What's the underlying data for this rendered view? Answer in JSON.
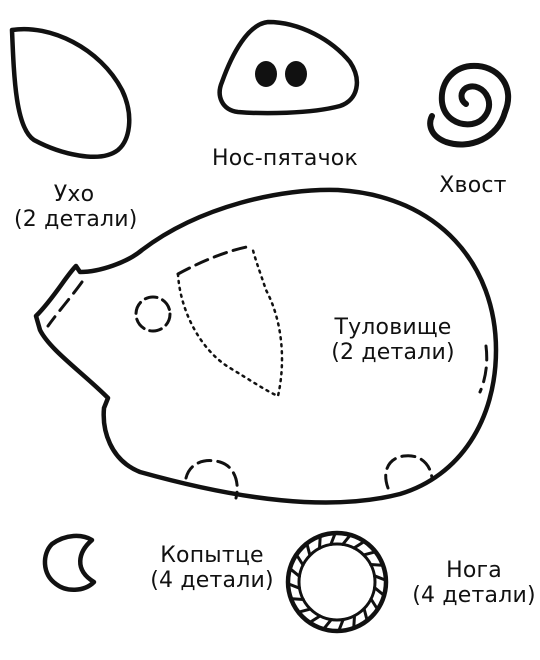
{
  "stroke_color": "#111111",
  "background_color": "#ffffff",
  "pieces": {
    "ear": {
      "name": "Ухо",
      "count": "(2 детали)"
    },
    "snout": {
      "name": "Нос-пятачок"
    },
    "tail": {
      "name": "Хвост"
    },
    "body": {
      "name": "Туловище",
      "count": "(2 детали)"
    },
    "hoof": {
      "name": "Копытце",
      "count": "(4 детали)"
    },
    "leg": {
      "name": "Нога",
      "count": "(4 детали)"
    }
  }
}
